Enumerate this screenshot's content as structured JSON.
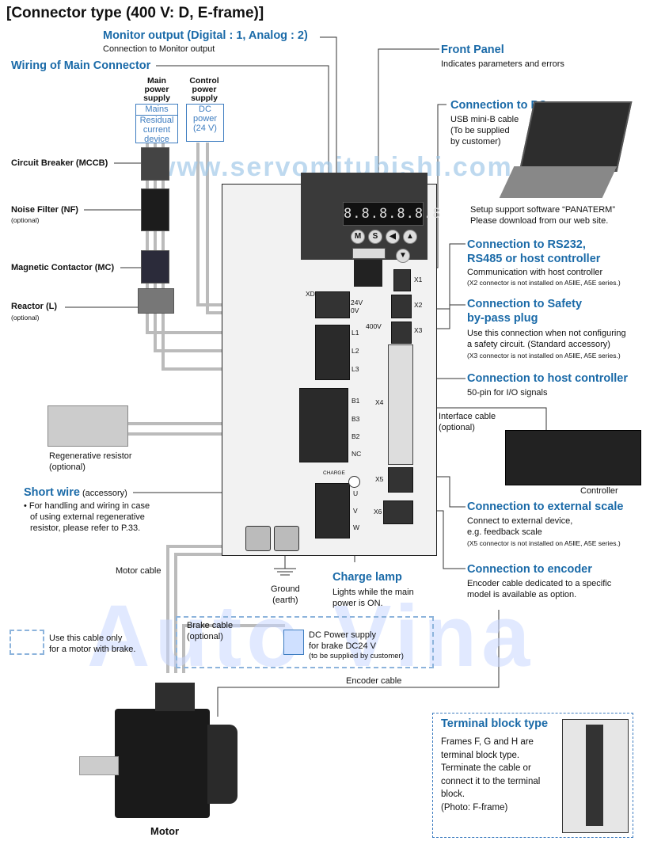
{
  "title": "[Connector type (400 V: D, E-frame)]",
  "watermark": "www.servomitubishi.com",
  "watermark2": "Auto Vina",
  "display_text": "8.8.8.8.8.8",
  "buttons": [
    "M",
    "S",
    "◀",
    "▲",
    "▼"
  ],
  "monitor_output": {
    "title": "Monitor output (Digital : 1,  Analog : 2)",
    "desc": "Connection to Monitor output"
  },
  "wiring_main": {
    "title": "Wiring of Main Connector"
  },
  "main_power": {
    "title_l1": "Main",
    "title_l2": "power",
    "title_l3": "supply",
    "box1": "Mains",
    "box2_l1": "Residual",
    "box2_l2": "current",
    "box2_l3": "device"
  },
  "control_power": {
    "title_l1": "Control",
    "title_l2": "power",
    "title_l3": "supply",
    "box_l1": "DC",
    "box_l2": "power",
    "box_l3": "(24 V)"
  },
  "circuit_breaker": "Circuit Breaker (MCCB)",
  "noise_filter": {
    "label": "Noise Filter (NF)",
    "sub": "(optional)"
  },
  "magnetic_contactor": "Magnetic Contactor (MC)",
  "reactor": {
    "label": "Reactor (L)",
    "sub": "(optional)"
  },
  "regen": {
    "l1": "Regenerative resistor",
    "l2": "(optional)"
  },
  "short_wire": {
    "title": "Short wire",
    "sub": " (accessory)",
    "l1": "• For handling and wiring in case",
    "l2": "of using external regenerative",
    "l3": "resistor,  please refer to P.33."
  },
  "motor_cable": "Motor cable",
  "ground": {
    "l1": "Ground",
    "l2": "(earth)"
  },
  "charge_lamp": {
    "title": "Charge lamp",
    "l1": "Lights while the main",
    "l2": "power is ON."
  },
  "brake": {
    "cable_l1": "Brake cable",
    "cable_l2": "(optional)",
    "only_l1": "Use this cable only",
    "only_l2": "for a motor with brake.",
    "dc_l1": "DC Power supply",
    "dc_l2": "for brake DC24 V",
    "dc_l3": "(to be supplied by customer)"
  },
  "encoder_cable": "Encoder cable",
  "motor": "Motor",
  "front_panel": {
    "title": "Front Panel",
    "desc": "Indicates parameters and errors"
  },
  "pc": {
    "title": "Connection to PC",
    "l1": "USB mini-B cable",
    "l2": "(To be supplied",
    "l3": "by customer)"
  },
  "setup": {
    "l1": "Setup support software “PANATERM”",
    "l2": "Please download from our web site."
  },
  "rs232": {
    "title_l1": "Connection to RS232,",
    "title_l2": "RS485 or host controller",
    "desc": "Communication with host controller",
    "note": "(X2 connector is not installed on A5ⅡE, A5E series.)"
  },
  "safety": {
    "title_l1": "Connection to Safety",
    "title_l2": "by-pass plug",
    "l1": "Use this connection when not configuring",
    "l2": "a safety circuit. (Standard accessory)",
    "note": "(X3 connector is not installed on A5ⅡE, A5E series.)"
  },
  "host": {
    "title": "Connection to host controller",
    "desc": "50-pin for I/O signals"
  },
  "interface": {
    "l1": "Interface cable",
    "l2": "(optional)"
  },
  "controller": "Controller",
  "ext_scale": {
    "title": "Connection to external scale",
    "l1": "Connect to external device,",
    "l2": " e.g. feedback scale",
    "note": "(X5 connector is not installed on A5ⅡE, A5E series.)"
  },
  "encoder": {
    "title": "Connection to encoder",
    "l1": "Encoder cable dedicated to a specific",
    "l2": "model is available as option."
  },
  "terminal": {
    "title": "Terminal block type",
    "l1": "Frames F, G and H are",
    "l2": "terminal block type.",
    "l3": "Terminate the cable or",
    "l4": "connect it to the terminal",
    "l5": "block.",
    "l6": "(Photo: F-frame)"
  },
  "drive_labels": {
    "xd": "XD",
    "v24": "24V",
    "v0": "0V",
    "v400": "400V",
    "l1": "L1",
    "l2": "L2",
    "l3": "L3",
    "b1": "B1",
    "b3": "B3",
    "b2": "B2",
    "nc": "NC",
    "charge": "CHARGE",
    "u": "U",
    "v": "V",
    "w": "W",
    "x1": "X1",
    "x2": "X2",
    "x3": "X3",
    "x4": "X4",
    "x5": "X5",
    "x6": "X6"
  },
  "colors": {
    "accent": "#1a6aa8",
    "box": "#3e7dc0",
    "dashed": "#8db4dc"
  }
}
